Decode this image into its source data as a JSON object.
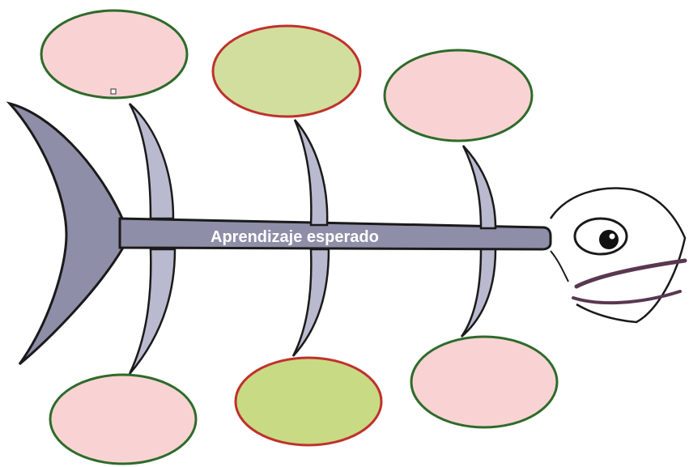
{
  "diagram": {
    "type": "fishbone",
    "spine_label": "Aprendizaje esperado",
    "colors": {
      "body_fill": "#8e8ea8",
      "bone_fill": "#b9b9cf",
      "outline": "#1a1a1a",
      "pink_fill": "#f9d3d3",
      "green_fill": "#d2de9e",
      "green_fill_dark": "#c8da84",
      "green_border": "#2e6b2a",
      "red_border": "#c0312b",
      "lip_color": "#5a3750"
    },
    "categories": [
      {
        "position": "top-left",
        "label": ""
      },
      {
        "position": "top-center",
        "label": ""
      },
      {
        "position": "top-right",
        "label": ""
      },
      {
        "position": "bottom-left",
        "label": ""
      },
      {
        "position": "bottom-center",
        "label": ""
      },
      {
        "position": "bottom-right",
        "label": ""
      }
    ]
  }
}
